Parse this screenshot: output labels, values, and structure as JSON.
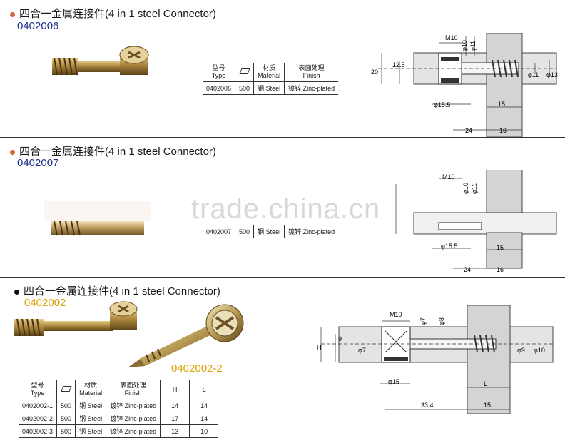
{
  "sections": [
    {
      "title": "四合一金属连接件(4 in 1 steel Connector)",
      "code": "0402006",
      "table": {
        "headers": [
          {
            "cn": "型号",
            "en": "Type"
          },
          {
            "cn": "",
            "en": ""
          },
          {
            "cn": "材质",
            "en": "Material"
          },
          {
            "cn": "表面处理",
            "en": "Finish"
          }
        ],
        "rows": [
          [
            "0402006",
            "500",
            "钢 Steel",
            "镀锌 Zinc-plated"
          ]
        ]
      },
      "dims": {
        "m": "M10",
        "d1": "φ10",
        "d2": "φ11",
        "h1": "12.5",
        "h2": "20",
        "d3": "φ11",
        "d4": "φ13",
        "d5": "φ15.5",
        "l1": "15",
        "l2": "24",
        "l3": "16"
      }
    },
    {
      "title": "四合一金属连接件(4 in 1 steel Connector)",
      "code": "0402007",
      "table": {
        "rows": [
          [
            "0402007",
            "500",
            "钢 Steel",
            "镀锌 Zinc-plated"
          ]
        ]
      },
      "dims": {
        "m": "M10",
        "d1": "φ10",
        "d2": "φ11",
        "d5": "φ15.5",
        "l1": "15",
        "l2": "24",
        "l3": "16"
      }
    },
    {
      "title": "四合一金属连接件(4 in 1 steel Connector)",
      "code": "0402002",
      "code2": "0402002-2",
      "table": {
        "headers": [
          {
            "cn": "型号",
            "en": "Type"
          },
          {
            "cn": "",
            "en": ""
          },
          {
            "cn": "材质",
            "en": "Material"
          },
          {
            "cn": "表面处理",
            "en": "Finish"
          },
          {
            "cn": "",
            "en": "H"
          },
          {
            "cn": "",
            "en": "L"
          }
        ],
        "rows": [
          [
            "0402002-1",
            "500",
            "钢 Steel",
            "镀锌 Zinc-plated",
            "14",
            "14"
          ],
          [
            "0402002-2",
            "500",
            "钢 Steel",
            "镀锌 Zinc-plated",
            "17",
            "14"
          ],
          [
            "0402002-3",
            "500",
            "钢 Steel",
            "镀锌 Zinc-plated",
            "13",
            "10"
          ]
        ]
      },
      "dims": {
        "m": "M10",
        "d1": "φ7",
        "d2": "φ8",
        "h1": "9",
        "h": "H",
        "d7": "φ7",
        "d9": "φ9",
        "d10": "φ10",
        "d15": "φ15",
        "l": "L",
        "l1": "33.4",
        "l2": "15"
      }
    }
  ],
  "watermark": "trade.china.cn",
  "colors": {
    "dot1": "#d9653a",
    "dot2": "#d9653a",
    "dot3": "#111111",
    "code1": "#1d2f8a",
    "code2": "#1d2f8a",
    "code3": "#d9a000",
    "code3b": "#d9a000"
  }
}
